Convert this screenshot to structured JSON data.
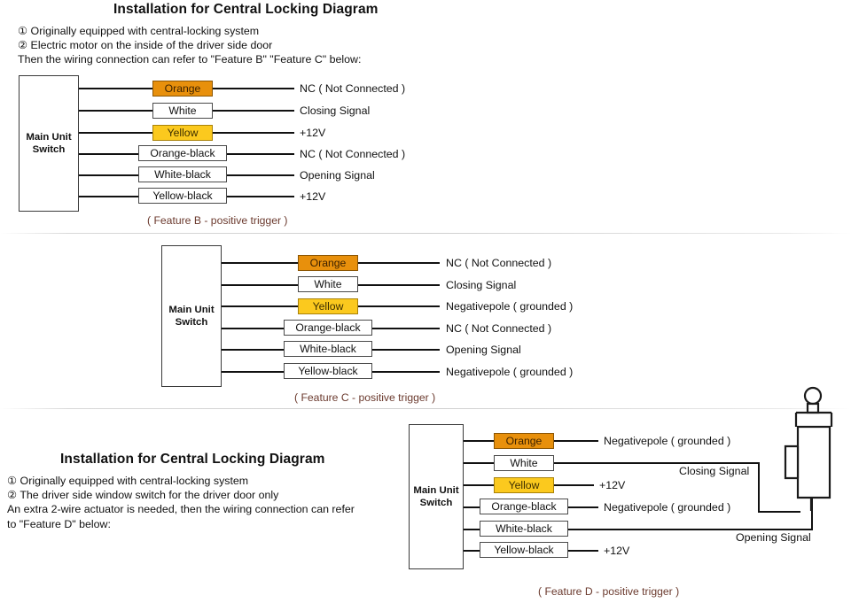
{
  "section1": {
    "title": "Installation for Central Locking Diagram",
    "notes": [
      "① Originally equipped with central-locking system",
      "② Electric motor on the inside of the driver side door",
      "Then the wiring connection can refer to \"Feature B\" \"Feature C\" below:"
    ],
    "unit_label": "Main Unit\nSwitch",
    "rows": [
      {
        "tag": "Orange",
        "style": "orange",
        "signal": "NC ( Not Connected )"
      },
      {
        "tag": "White",
        "style": "white",
        "signal": "Closing Signal"
      },
      {
        "tag": "Yellow",
        "style": "yellow",
        "signal": "+12V"
      },
      {
        "tag": "Orange-black",
        "style": "white",
        "signal": "NC ( Not Connected )"
      },
      {
        "tag": "White-black",
        "style": "white",
        "signal": "Opening Signal"
      },
      {
        "tag": "Yellow-black",
        "style": "white",
        "signal": "+12V"
      }
    ],
    "caption": "( Feature B - positive trigger )"
  },
  "section2": {
    "unit_label": "Main Unit\nSwitch",
    "rows": [
      {
        "tag": "Orange",
        "style": "orange",
        "signal": "NC ( Not Connected )"
      },
      {
        "tag": "White",
        "style": "white",
        "signal": "Closing Signal"
      },
      {
        "tag": "Yellow",
        "style": "yellow",
        "signal": "Negativepole ( grounded )"
      },
      {
        "tag": "Orange-black",
        "style": "white",
        "signal": "NC ( Not Connected )"
      },
      {
        "tag": "White-black",
        "style": "white",
        "signal": "Opening Signal"
      },
      {
        "tag": "Yellow-black",
        "style": "white",
        "signal": "Negativepole ( grounded )"
      }
    ],
    "caption": "( Feature C - positive trigger )"
  },
  "section3": {
    "title": "Installation for Central Locking Diagram",
    "notes": [
      "① Originally equipped with central-locking system",
      "② The driver side window switch for the driver door only",
      "An extra 2-wire actuator is needed, then the wiring connection can refer",
      "to \"Feature D\" below:"
    ],
    "unit_label": "Main Unit\nSwitch",
    "rows": [
      {
        "tag": "Orange",
        "style": "orange",
        "signal": "Negativepole ( grounded )"
      },
      {
        "tag": "White",
        "style": "white",
        "signal": ""
      },
      {
        "tag": "Yellow",
        "style": "yellow",
        "signal": "+12V"
      },
      {
        "tag": "Orange-black",
        "style": "white",
        "signal": "Negativepole ( grounded )"
      },
      {
        "tag": "White-black",
        "style": "white",
        "signal": ""
      },
      {
        "tag": "Yellow-black",
        "style": "white",
        "signal": "+12V"
      }
    ],
    "routed_labels": {
      "closing": "Closing Signal",
      "opening": "Opening Signal"
    },
    "caption": "( Feature D - positive trigger )"
  },
  "colors": {
    "orange": "#e8900c",
    "yellow": "#fbc91e",
    "wire": "#111111",
    "caption": "#6b3a2e",
    "divider": "#cfcfcf"
  }
}
